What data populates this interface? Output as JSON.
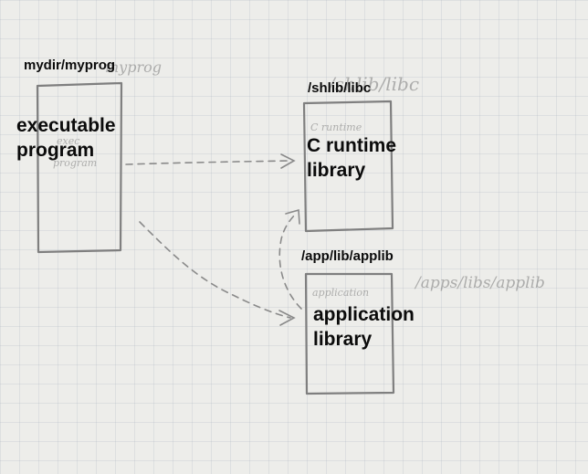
{
  "nodes": {
    "program": {
      "path": "mydir/myprog",
      "lines": [
        "executable",
        "program"
      ],
      "pencil_notes": [
        "myprog",
        "exec",
        "program"
      ]
    },
    "libc": {
      "path": "/shlib/libc",
      "lines": [
        "C runtime",
        "library"
      ],
      "pencil_notes": [
        "/shlib/libc",
        "C runtime"
      ]
    },
    "applib": {
      "path": "/app/lib/applib",
      "lines": [
        "application",
        "library"
      ],
      "pencil_notes": [
        "/apps/libs/applib",
        "application"
      ]
    }
  },
  "edges": [
    {
      "from": "program",
      "to": "libc"
    },
    {
      "from": "program",
      "to": "applib"
    },
    {
      "from": "applib",
      "to": "libc"
    }
  ]
}
